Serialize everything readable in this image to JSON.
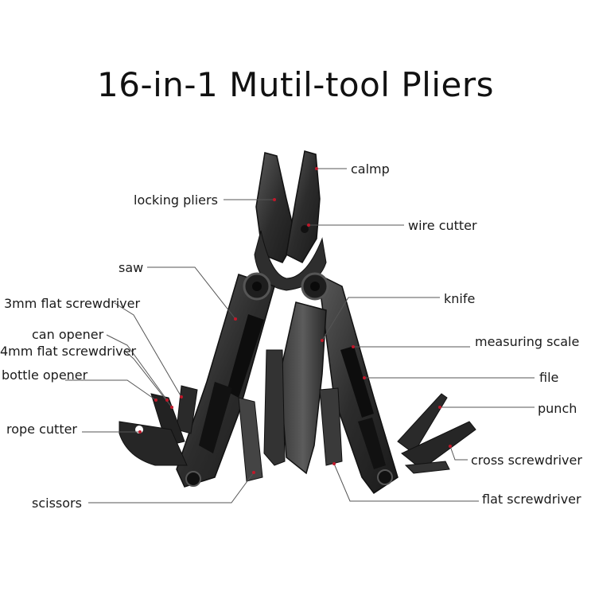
{
  "title": "16-in-1 Mutil-tool Pliers",
  "labels": {
    "calmp": "calmp",
    "locking_pliers": "locking pliers",
    "wire_cutter": "wire cutter",
    "saw": "saw",
    "knife": "knife",
    "flat3": "3mm flat screwdriver",
    "can_opener": "can opener",
    "flat4": "4mm flat screwdriver",
    "measuring_scale": "measuring scale",
    "bottle_opener": "bottle opener",
    "file": "file",
    "punch": "punch",
    "rope_cutter": "rope cutter",
    "cross_screwdriver": "cross screwdriver",
    "scissors": "scissors",
    "flat_screwdriver": "flat screwdriver"
  },
  "colors": {
    "tool_body": "#2a2a2a",
    "tool_light": "#4a4a4a",
    "leader": "#555555",
    "marker": "#c0182a"
  }
}
